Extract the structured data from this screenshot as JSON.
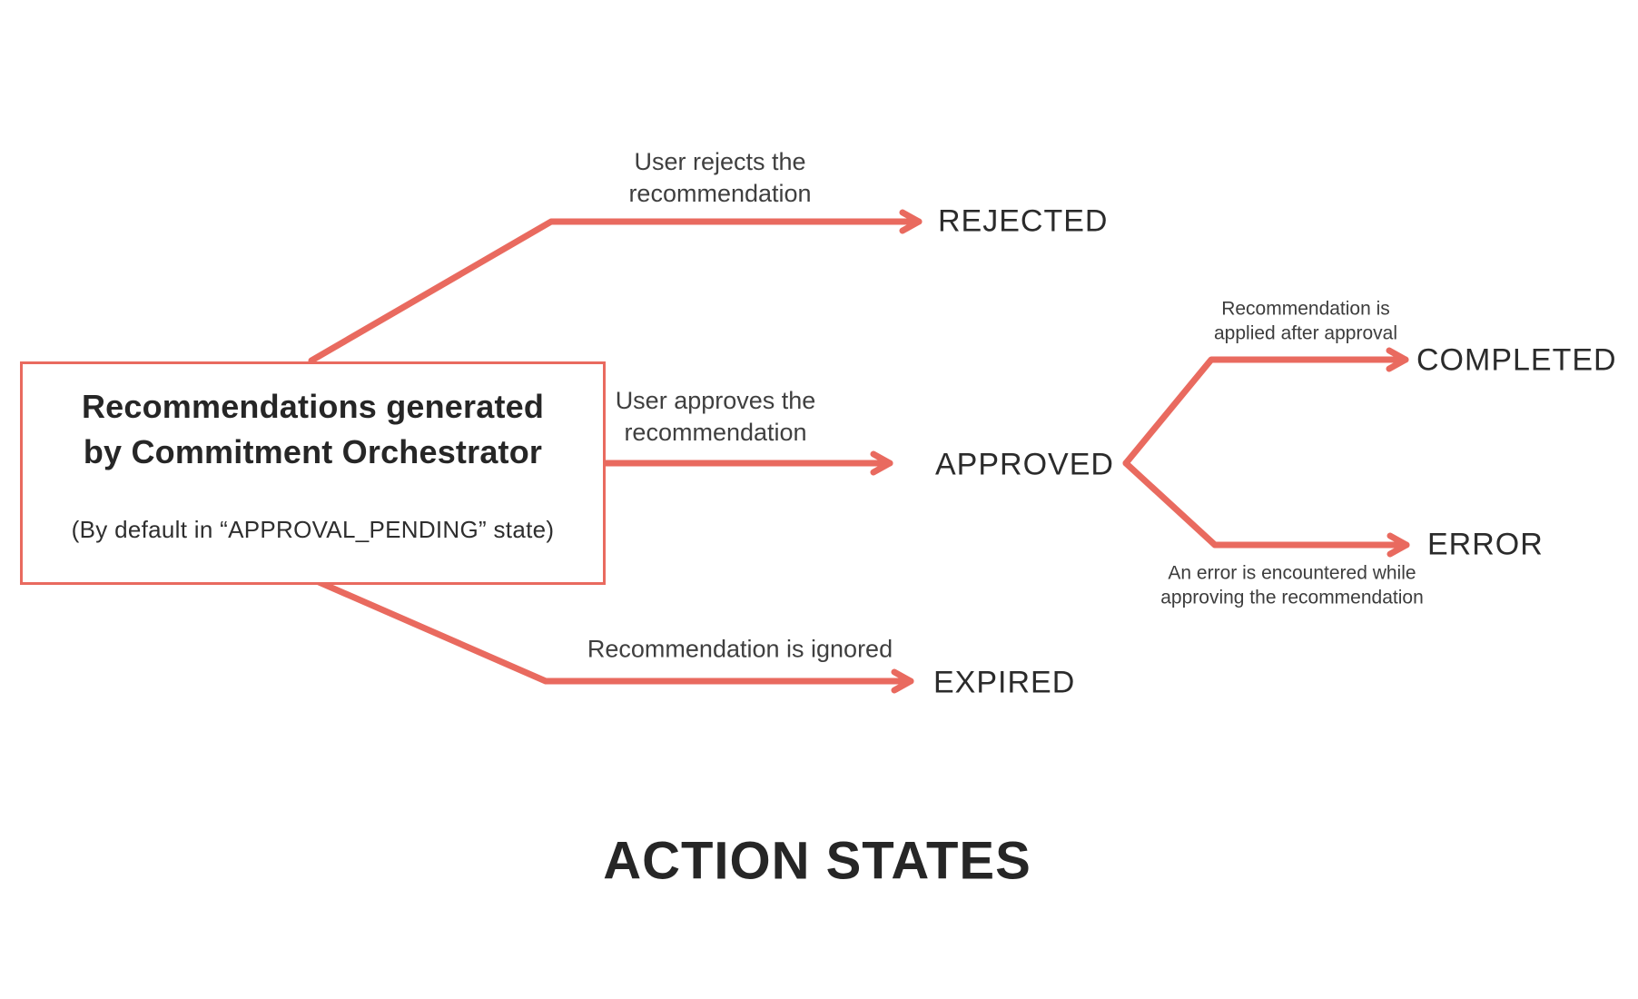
{
  "colors": {
    "connector": "#E96A5F",
    "text_dark": "#262626",
    "text_gray": "#3D3D3D"
  },
  "box": {
    "title_line1": "Recommendations generated",
    "title_line2": "by Commitment Orchestrator",
    "subtitle": "(By default in “APPROVAL_PENDING” state)"
  },
  "states": {
    "rejected": "REJECTED",
    "approved": "APPROVED",
    "completed": "COMPLETED",
    "error": "ERROR",
    "expired": "EXPIRED"
  },
  "edge_labels": {
    "reject": {
      "line1": "User rejects the",
      "line2": "recommendation"
    },
    "approve": {
      "line1": "User approves the",
      "line2": "recommendation"
    },
    "expire": {
      "line1": "Recommendation is ignored"
    },
    "complete": {
      "line1": "Recommendation is",
      "line2": "applied after approval"
    },
    "error": {
      "line1": "An error is encountered while",
      "line2": "approving the recommendation"
    }
  },
  "caption": "ACTION STATES"
}
